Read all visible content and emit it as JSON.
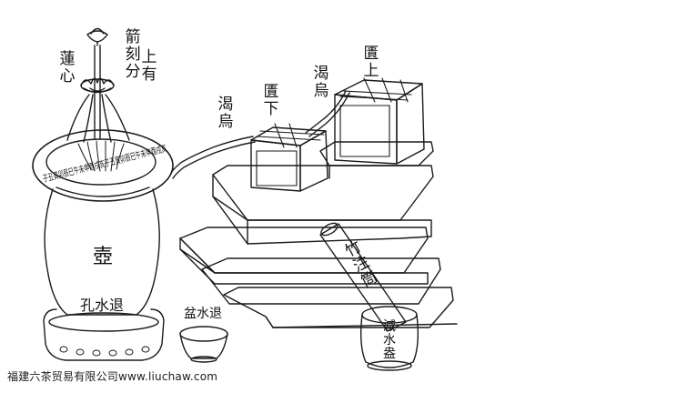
{
  "labels": {
    "arrow_carved": "箭刻分",
    "upper_has": "上有",
    "lotus_heart": "蓮心",
    "pot": "壺",
    "drain_hole": "孔水退",
    "drain_basin": "盆水退",
    "upper_tank": "匱上",
    "upper_crow": "渴烏",
    "lower_tank": "匱下",
    "lower_crow": "渴烏",
    "bamboo_pipe": "竹注筒",
    "reduce_jar": "減水盎"
  },
  "ring_chars": "子丑寅卯辰巳午未申酉戌亥子丑寅卯辰巳午未申酉戌亥",
  "watermark": "福建六茶贸易有限公司www.liuchaw.com"
}
